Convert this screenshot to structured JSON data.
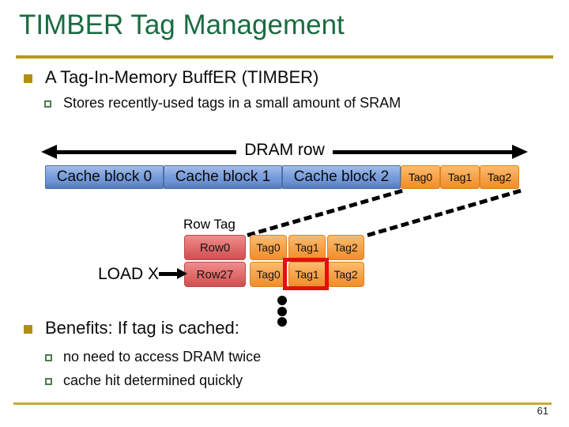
{
  "slide": {
    "title": "TIMBER Tag Management",
    "page_number": "61"
  },
  "bullets": {
    "b1": "A Tag-In-Memory BuffER (TIMBER)",
    "b1_sub": "Stores recently-used tags in a small amount of SRAM",
    "b2": "Benefits: If tag is cached:",
    "b2_sub1": "no need to access DRAM twice",
    "b2_sub2": "cache hit determined quickly"
  },
  "diagram": {
    "dram_row_label": "DRAM row",
    "cache_blocks": [
      "Cache block 0",
      "Cache block 1",
      "Cache block 2"
    ],
    "dram_tags": [
      "Tag0",
      "Tag1",
      "Tag2"
    ],
    "row_tag_label": "Row Tag",
    "load_label": "LOAD X",
    "table": {
      "rows": [
        {
          "row": "Row0",
          "tags": [
            "Tag0",
            "Tag1",
            "Tag2"
          ]
        },
        {
          "row": "Row27",
          "tags": [
            "Tag0",
            "Tag1",
            "Tag2"
          ]
        }
      ],
      "highlight": {
        "row_index": 1,
        "tag_index": 1
      }
    }
  },
  "colors": {
    "title_green": "#1A6B41",
    "rule_gold": "#B5991C",
    "bottom_rule_gold": "#C7AB31",
    "bullet_gold": "#B18F15",
    "sub_bullet_green": "#4E7B50",
    "cache_blue": "#7B9EDB",
    "tag_orange": "#F5A148",
    "row_red": "#E16A6A",
    "highlight_red": "#E21010"
  }
}
